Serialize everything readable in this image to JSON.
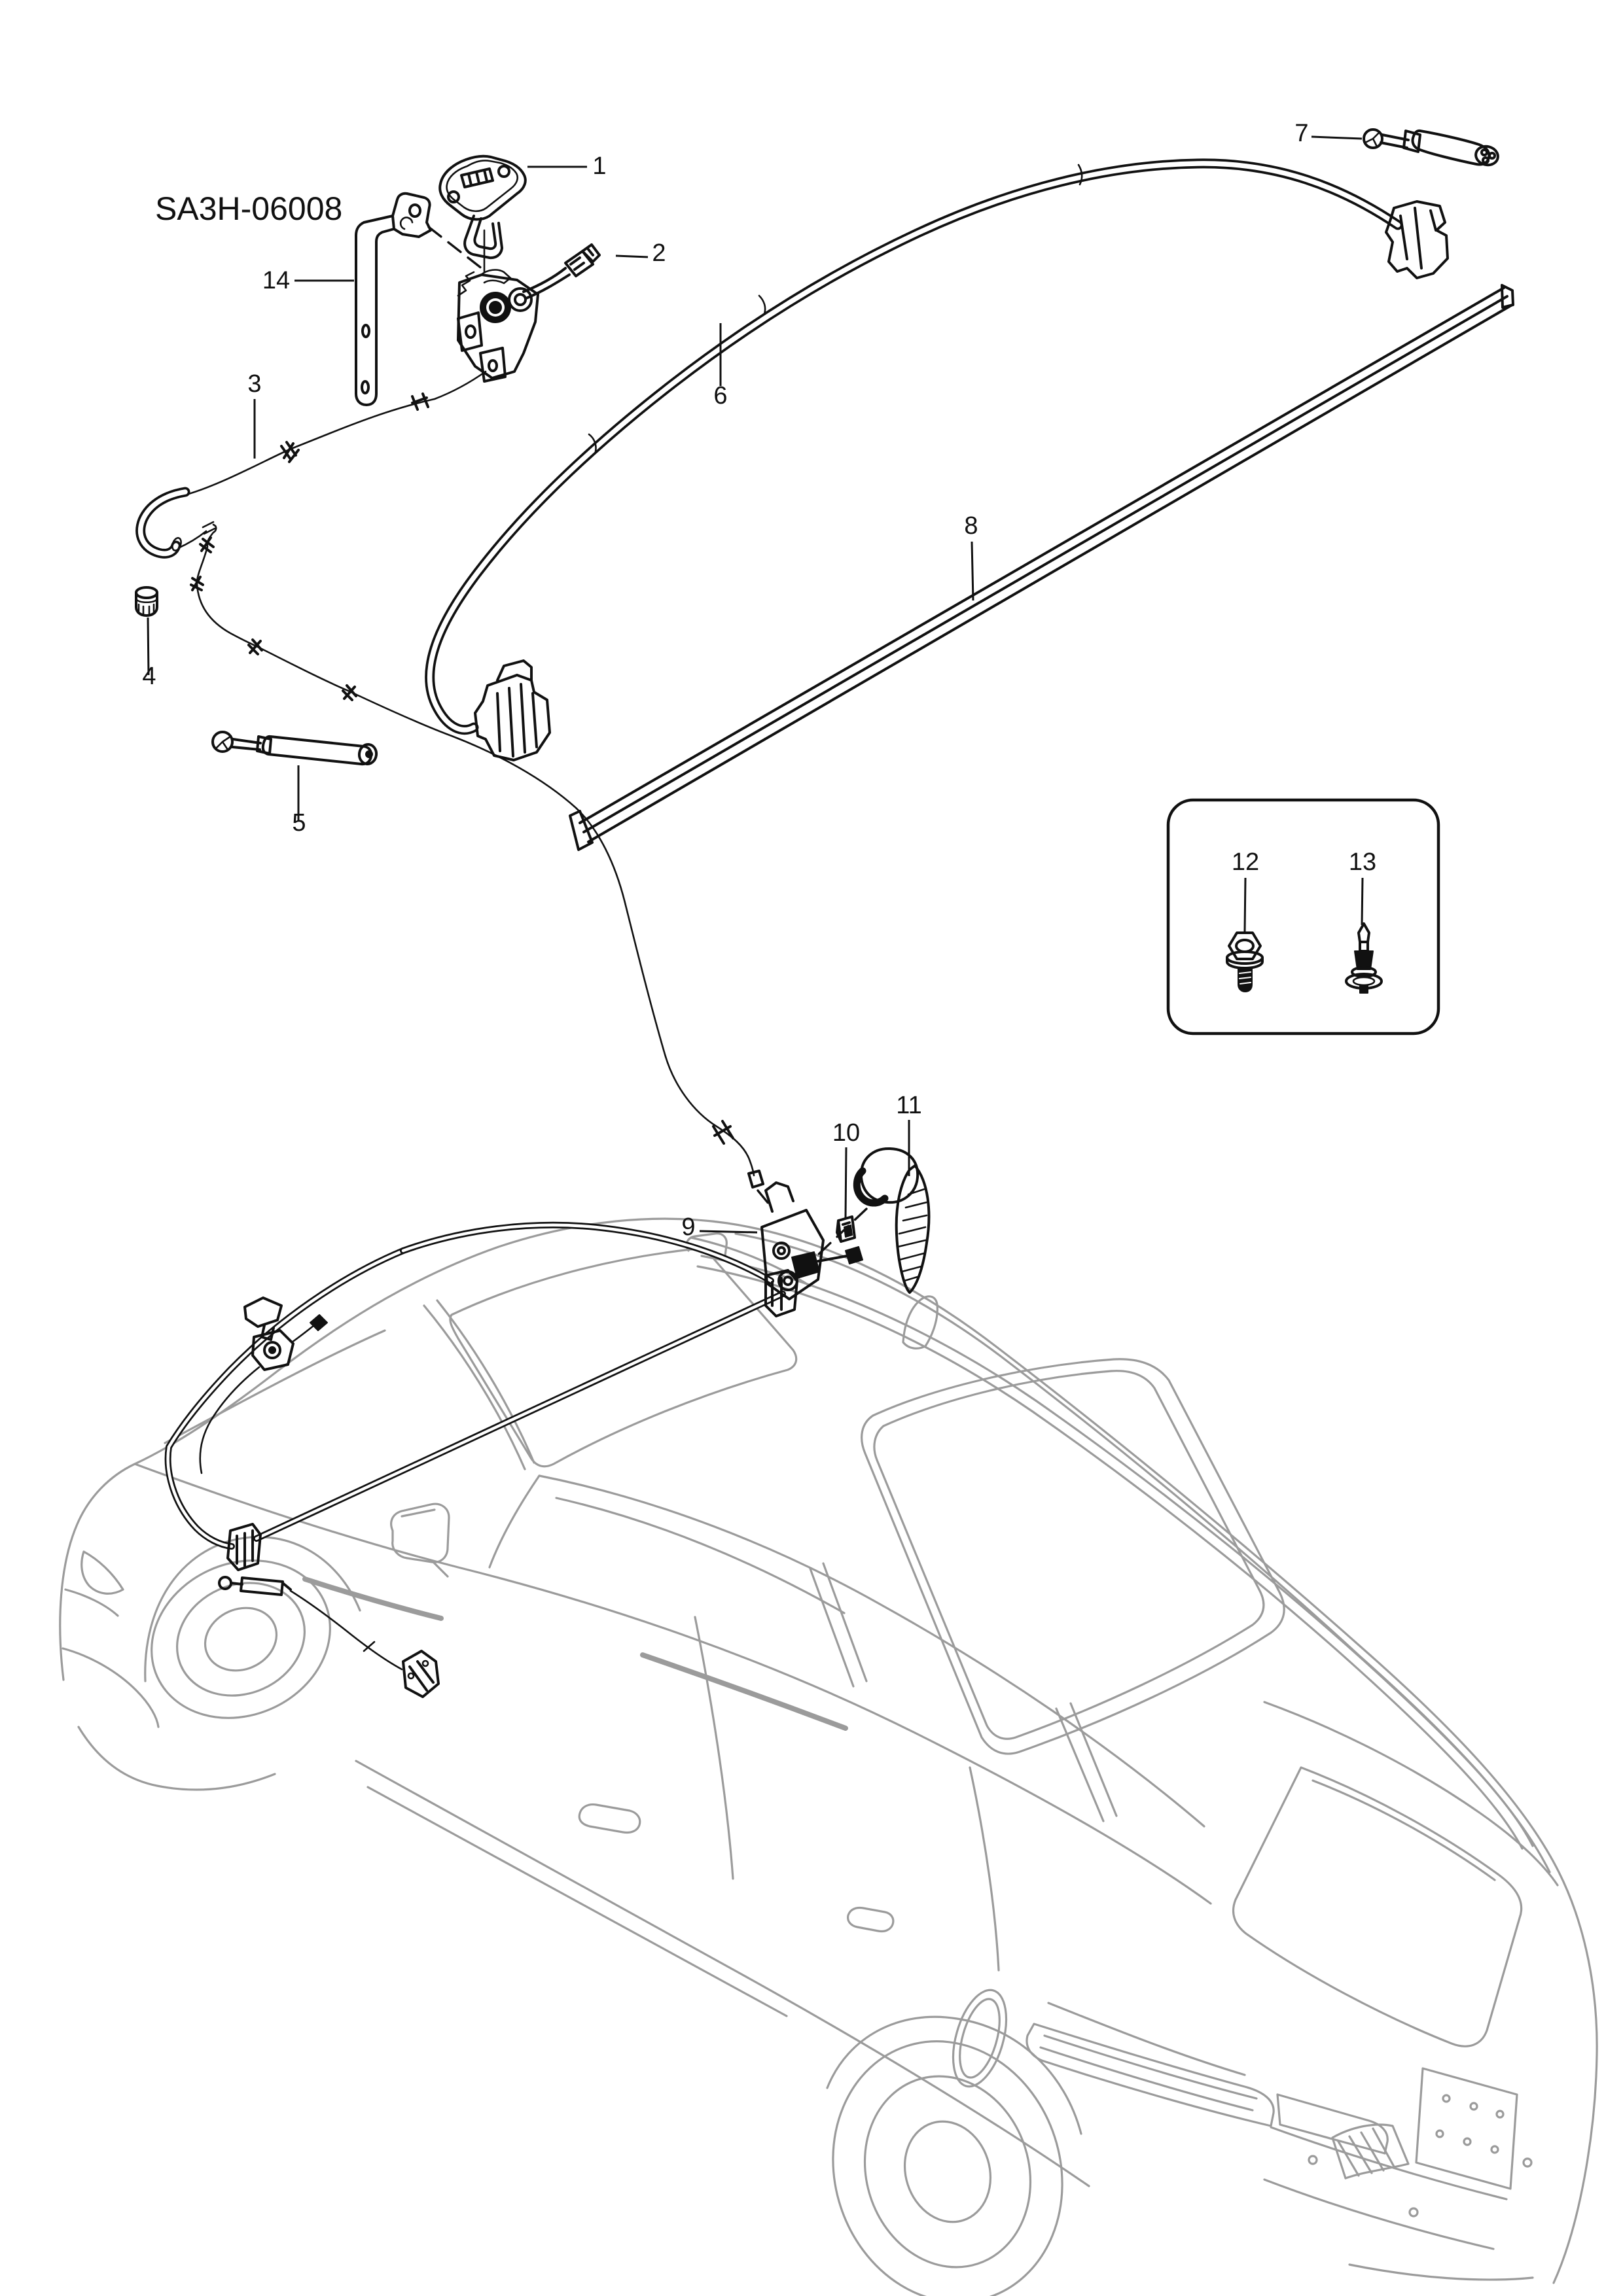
{
  "diagram": {
    "code": "SA3H-06008",
    "background": "#ffffff",
    "colors": {
      "part_line": "#111111",
      "vehicle_line": "#9b9b9b"
    },
    "callouts": [
      {
        "label": "1"
      },
      {
        "label": "2"
      },
      {
        "label": "3"
      },
      {
        "label": "4"
      },
      {
        "label": "5"
      },
      {
        "label": "6"
      },
      {
        "label": "7"
      },
      {
        "label": "8"
      },
      {
        "label": "9"
      },
      {
        "label": "10"
      },
      {
        "label": "11"
      },
      {
        "label": "12"
      },
      {
        "label": "13"
      },
      {
        "label": "14"
      }
    ]
  }
}
